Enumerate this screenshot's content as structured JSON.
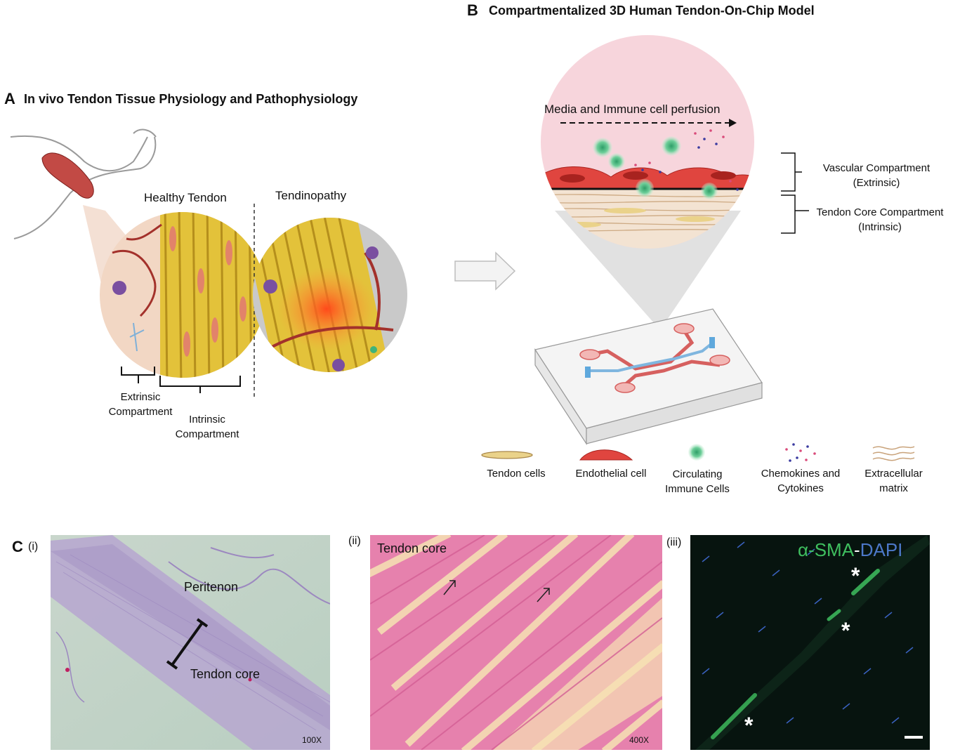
{
  "panel_a": {
    "letter": "A",
    "title": "In vivo Tendon Tissue Physiology and Pathophysiology",
    "healthy_label": "Healthy Tendon",
    "disease_label": "Tendinopathy",
    "extrinsic_l1": "Extrinsic",
    "extrinsic_l2": "Compartment",
    "intrinsic_l1": "Intrinsic",
    "intrinsic_l2": "Compartment"
  },
  "panel_b": {
    "letter": "B",
    "title": "Compartmentalized 3D Human Tendon-On-Chip Model",
    "perfusion": "Media and Immune cell perfusion",
    "vascular_l1": "Vascular Compartment",
    "vascular_l2": "(Extrinsic)",
    "core_l1": "Tendon Core Compartment",
    "core_l2": "(Intrinsic)",
    "legend": {
      "tendon_cells": "Tendon cells",
      "endothelial": "Endothelial cell",
      "immune_l1": "Circulating",
      "immune_l2": "Immune Cells",
      "chemo_l1": "Chemokines and",
      "chemo_l2": "Cytokines",
      "ecm_l1": "Extracellular",
      "ecm_l2": "matrix"
    }
  },
  "panel_c": {
    "letter": "C",
    "i_label": "(i)",
    "ii_label": "(ii)",
    "iii_label": "(iii)",
    "peritenon": "Peritenon",
    "tendon_core_i": "Tendon core",
    "mag_i": "100X",
    "tendon_core_ii": "Tendon core",
    "mag_ii": "400X",
    "stain_a": "α-SMA",
    "stain_dash": "-",
    "stain_b": "DAPI",
    "asterisk": "*"
  },
  "colors": {
    "tendon_yellow": "#e3c23a",
    "vessel_red": "#b5322e",
    "endothelial_red": "#e0453f",
    "immune_green": "#3fb37a",
    "he_pink": "#e681ad",
    "histo_lavender": "#b7a9cf",
    "fluor_bg": "#07140f",
    "alpha_sma_green": "#3fbf5f",
    "dapi_blue": "#4c78c8"
  }
}
